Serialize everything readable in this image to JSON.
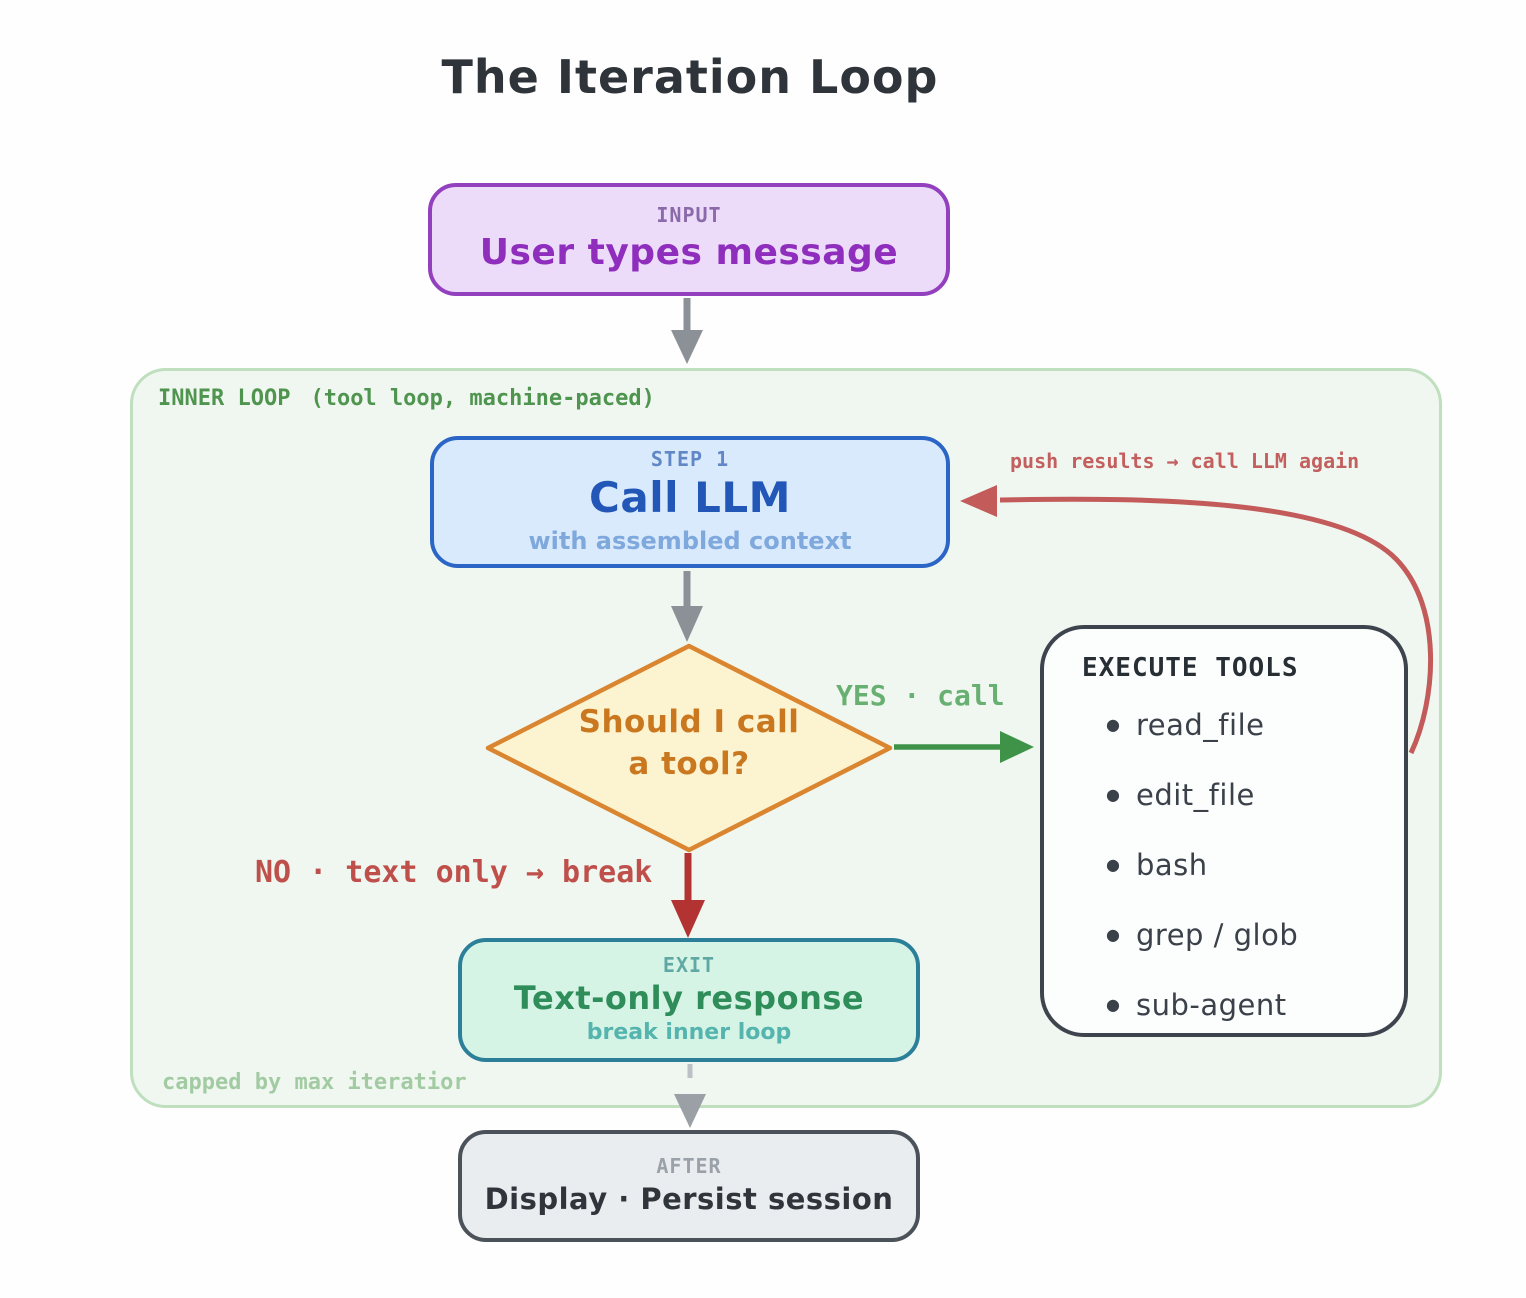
{
  "title": "The Iteration Loop",
  "colors": {
    "purple_border": "#9340bf",
    "purple_fill": "#ecdcfa",
    "purple_text": "#8f2dbd",
    "blue_border": "#2b66c6",
    "blue_fill": "#d9eafc",
    "blue_text": "#2257b8",
    "orange_border": "#da8530",
    "orange_fill": "#fcf3d0",
    "orange_text": "#c9781f",
    "container_border": "#bfdfbf",
    "container_fill": "#f0f7f0",
    "container_label": "#4f944f",
    "green_arrow": "#3f9349",
    "yes_label_green": "#68b071",
    "red_arrow": "#b23331",
    "red_loop_arrow": "#c25b59",
    "no_label_red": "#bf4f4b",
    "teal_border": "#2c7f99",
    "mint_fill": "#d6f4e6",
    "exit_text_green": "#2f8d5a",
    "after_border": "#4c525a",
    "after_fill": "#e9edf0",
    "tools_border": "#3d444d",
    "tools_fill": "#fcfdfd",
    "gray_arrow": "#8b9196"
  },
  "nodes": {
    "input": {
      "label": "INPUT",
      "text": "User types message"
    },
    "call_llm": {
      "label": "STEP 1",
      "text": "Call LLM",
      "subtext": "with assembled context"
    },
    "decision": {
      "line1": "Should I call",
      "line2": "a tool?"
    },
    "execute_tools": {
      "title": "EXECUTE TOOLS",
      "items": [
        "read_file",
        "edit_file",
        "bash",
        "grep / glob",
        "sub-agent"
      ]
    },
    "exit": {
      "label": "EXIT",
      "text": "Text-only response",
      "subtext": "break inner loop"
    },
    "after": {
      "label": "AFTER",
      "text": "Display · Persist session"
    }
  },
  "inner_loop": {
    "label": "INNER LOOP",
    "sublabel": "(tool loop, machine-paced)",
    "footnote": "capped by max iteratior"
  },
  "edges": {
    "yes_label": "YES · call",
    "no_label": "NO · text only → break",
    "loop_label": "push results → call LLM again"
  }
}
